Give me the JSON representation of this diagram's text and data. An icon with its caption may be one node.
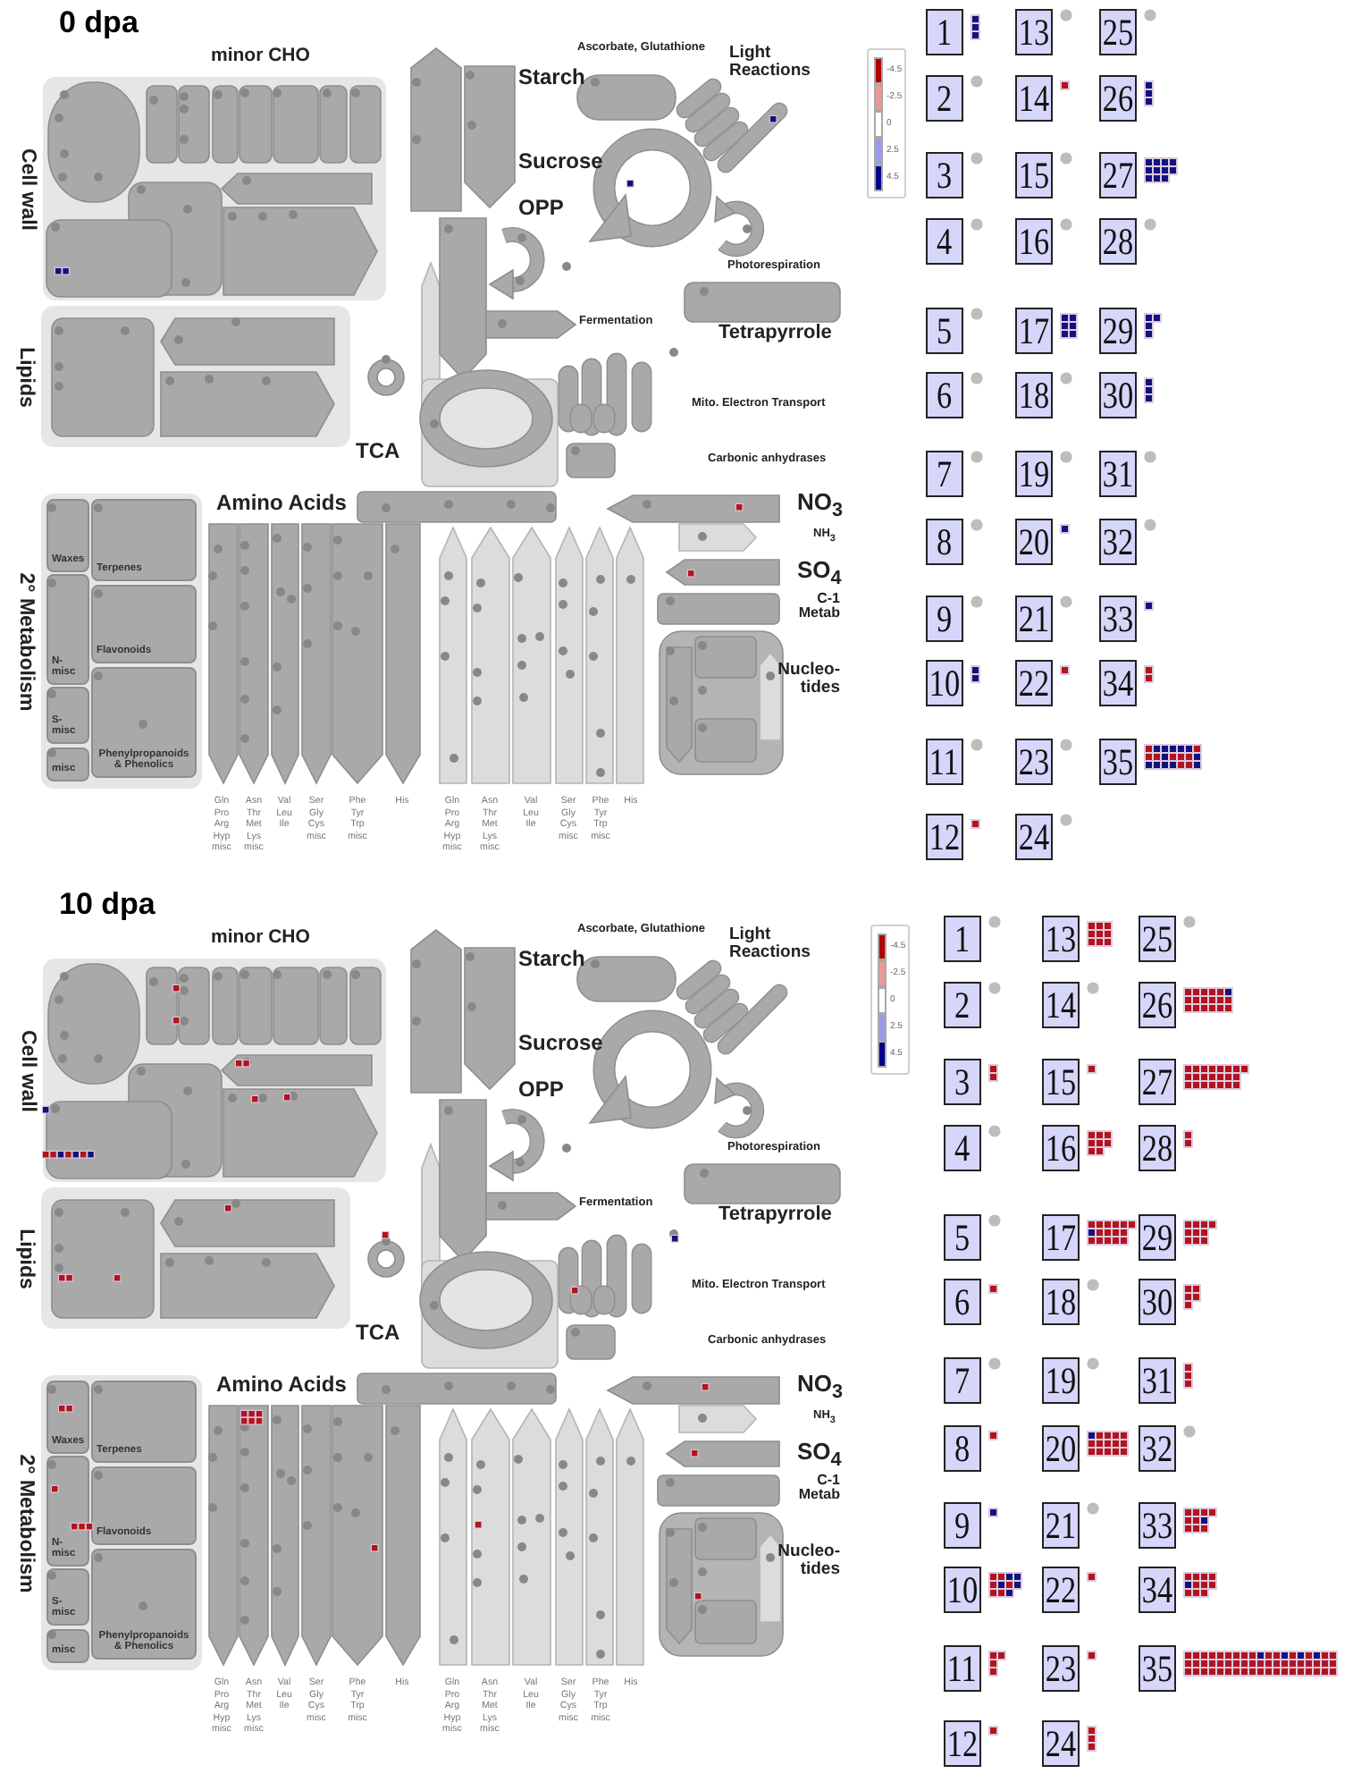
{
  "diagram": {
    "nodes": [
      {
        "text": [
          "Cell wall"
        ]
      },
      {
        "text": [
          "Lipids"
        ]
      },
      {
        "text": [
          "2° Metabolism"
        ]
      },
      {
        "text": [
          "Waxes"
        ],
        "in": 2
      },
      {
        "text": [
          "Terpenes"
        ],
        "in": 2
      },
      {
        "text": [
          "N-misc"
        ],
        "in": 2
      },
      {
        "text": [
          "Flavonoids"
        ],
        "in": 2
      },
      {
        "text": [
          "S-misc"
        ],
        "in": 2
      },
      {
        "text": [
          "Phenylpropanoids & Phenolics"
        ],
        "in": 2
      },
      {
        "text": [
          "misc"
        ],
        "in": 2
      },
      {
        "text": [
          "1"
        ]
      },
      {
        "text": [
          "2"
        ]
      },
      {
        "text": [
          "3"
        ]
      },
      {
        "text": [
          "4"
        ]
      },
      {
        "text": [
          "5"
        ]
      },
      {
        "text": [
          "6"
        ]
      },
      {
        "text": [
          "7"
        ]
      },
      {
        "text": [
          "8"
        ]
      },
      {
        "text": [
          "9"
        ]
      },
      {
        "text": [
          "10"
        ]
      },
      {
        "text": [
          "11"
        ]
      },
      {
        "text": [
          "12"
        ]
      },
      {
        "text": [
          "13"
        ]
      },
      {
        "text": [
          "14"
        ]
      },
      {
        "text": [
          "15"
        ]
      },
      {
        "text": [
          "16"
        ]
      },
      {
        "text": [
          "17"
        ]
      },
      {
        "text": [
          "18"
        ]
      },
      {
        "text": [
          "19"
        ]
      },
      {
        "text": [
          "20"
        ]
      },
      {
        "text": [
          "21"
        ]
      },
      {
        "text": [
          "22"
        ]
      },
      {
        "text": [
          "23"
        ]
      },
      {
        "text": [
          "24"
        ]
      },
      {
        "text": [
          "25"
        ]
      },
      {
        "text": [
          "26"
        ]
      },
      {
        "text": [
          "27"
        ]
      },
      {
        "text": [
          "28"
        ]
      },
      {
        "text": [
          "29"
        ]
      },
      {
        "text": [
          "30"
        ]
      },
      {
        "text": [
          "31"
        ]
      },
      {
        "text": [
          "32"
        ]
      },
      {
        "text": [
          "33"
        ]
      },
      {
        "text": [
          "34"
        ]
      },
      {
        "text": [
          "35"
        ]
      },
      {
        "text": [
          "Cell wall"
        ]
      },
      {
        "text": [
          "Lipids"
        ]
      },
      {
        "text": [
          "2° Metabolism"
        ]
      },
      {
        "text": [
          "Waxes"
        ],
        "in": 47
      },
      {
        "text": [
          "Terpenes"
        ],
        "in": 47
      },
      {
        "text": [
          "N-misc"
        ],
        "in": 47
      },
      {
        "text": [
          "Flavonoids"
        ],
        "in": 47
      },
      {
        "text": [
          "S-misc"
        ],
        "in": 47
      },
      {
        "text": [
          "Phenylpropanoids & Phenolics"
        ],
        "in": 47
      },
      {
        "text": [
          "misc"
        ],
        "in": 47
      },
      {
        "text": [
          "1"
        ]
      },
      {
        "text": [
          "2"
        ]
      },
      {
        "text": [
          "3"
        ]
      },
      {
        "text": [
          "4"
        ]
      },
      {
        "text": [
          "5"
        ]
      },
      {
        "text": [
          "6"
        ]
      },
      {
        "text": [
          "7"
        ]
      },
      {
        "text": [
          "8"
        ]
      },
      {
        "text": [
          "9"
        ]
      },
      {
        "text": [
          "10"
        ]
      },
      {
        "text": [
          "11"
        ]
      },
      {
        "text": [
          "12"
        ]
      },
      {
        "text": [
          "13"
        ]
      },
      {
        "text": [
          "14"
        ]
      },
      {
        "text": [
          "15"
        ]
      },
      {
        "text": [
          "16"
        ]
      },
      {
        "text": [
          "17"
        ]
      },
      {
        "text": [
          "18"
        ]
      },
      {
        "text": [
          "19"
        ]
      },
      {
        "text": [
          "20"
        ]
      },
      {
        "text": [
          "21"
        ]
      },
      {
        "text": [
          "22"
        ]
      },
      {
        "text": [
          "23"
        ]
      },
      {
        "text": [
          "24"
        ]
      },
      {
        "text": [
          "25"
        ]
      },
      {
        "text": [
          "26"
        ]
      },
      {
        "text": [
          "27"
        ]
      },
      {
        "text": [
          "28"
        ]
      },
      {
        "text": [
          "29"
        ]
      },
      {
        "text": [
          "30"
        ]
      },
      {
        "text": [
          "31"
        ]
      },
      {
        "text": [
          "32"
        ]
      },
      {
        "text": [
          "33"
        ]
      },
      {
        "text": [
          "34"
        ]
      },
      {
        "text": [
          "35"
        ]
      }
    ],
    "labels": [
      "0 dpa",
      "minor CHO",
      "Ascorbate, Glutathione",
      "Light Reactions",
      "Starch",
      "Sucrose",
      "OPP",
      "Photorespiration",
      "Fermentation",
      "Tetrapyrrole",
      "Mito. Electron Transport",
      "TCA",
      "Carbonic anhydrases",
      "Amino Acids",
      "NO$_{3}$",
      "NH$_{3}$",
      "SO$_{4}$",
      "C-1 Metab",
      "Nucleo- tides",
      "Gln Pro Arg Hyp misc",
      "Asn Thr Met Lys misc",
      "Val Leu Ile",
      "Ser Gly Cys misc",
      "Phe Tyr Trp misc",
      "His",
      "Gln Pro Arg Hyp misc",
      "Asn Thr Met Lys misc",
      "Val Leu Ile",
      "Ser Gly Cys misc",
      "Phe Tyr Trp misc",
      "His",
      "10 dpa",
      "minor CHO",
      "Ascorbate, Glutathione",
      "Light Reactions",
      "Starch",
      "Sucrose",
      "OPP",
      "Photorespiration",
      "Fermentation",
      "Tetrapyrrole",
      "Mito. Electron Transport",
      "TCA",
      "Carbonic anhydrases",
      "Amino Acids",
      "NO$_{3}$",
      "NH$_{3}$",
      "SO$_{4}$",
      "C-1 Metab",
      "Nucleo- tides",
      "Gln Pro Arg Hyp misc",
      "Asn Thr Met Lys misc",
      "Val Leu Ile",
      "Ser Gly Cys misc",
      "Phe Tyr Trp misc",
      "His",
      "Gln Pro Arg Hyp misc",
      "Asn Thr Met Lys misc",
      "Val Leu Ile",
      "Ser Gly Cys misc",
      "Phe Tyr Trp misc",
      "His"
    ],
    "legend": [
      {
        "text": "-4.5",
        "color": "#b00000"
      },
      {
        "text": "-2.5",
        "color": "#e89a9a"
      },
      {
        "text": "0",
        "color": "#ffffff"
      },
      {
        "text": "2.5",
        "color": "#9a9ae8"
      },
      {
        "text": "4.5",
        "color": "#00008b"
      },
      {
        "text": "-4.5",
        "color": "#b00000"
      },
      {
        "text": "-2.5",
        "color": "#e89a9a"
      },
      {
        "text": "0",
        "color": "#ffffff"
      },
      {
        "text": "2.5",
        "color": "#9a9ae8"
      },
      {
        "text": "4.5",
        "color": "#00008b"
      }
    ]
  }
}
